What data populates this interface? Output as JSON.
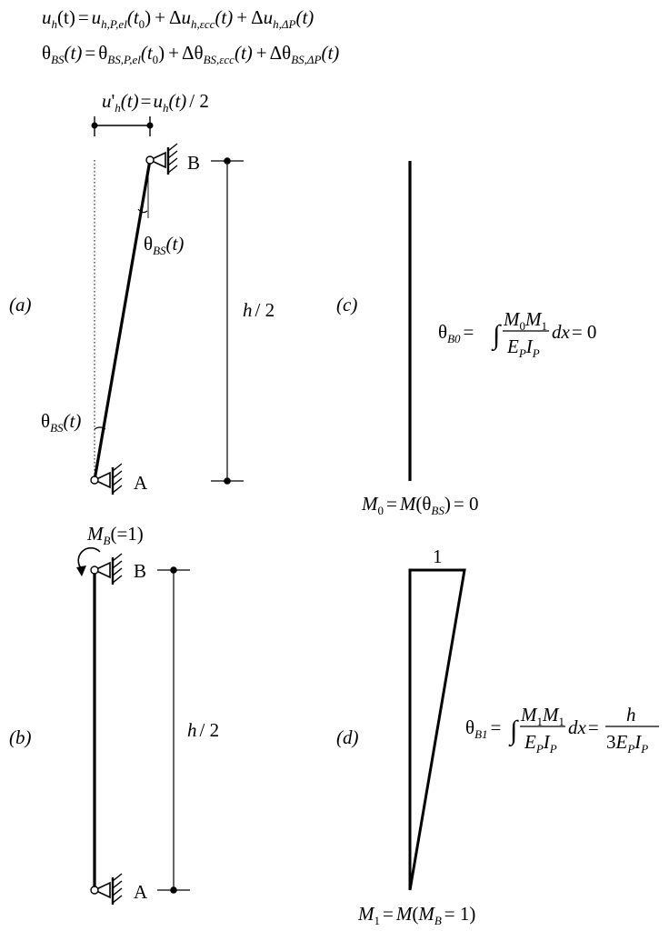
{
  "equations": {
    "eq1": {
      "lhs_var": "u",
      "lhs_sub": "h",
      "t": "(t)",
      "eq": "=",
      "t1_var": "u",
      "t1_sub": "h,P,el",
      "t1_arg_open": "(t",
      "t1_arg_sub": "0",
      "t1_arg_close": ")",
      "plus1": "+",
      "t2_pre": "Δ",
      "t2_var": "u",
      "t2_sub": "h,εcc",
      "t2_arg": "(t)",
      "plus2": "+",
      "t3_pre": "Δ",
      "t3_var": "u",
      "t3_sub": "h,ΔP",
      "t3_arg": "(t)"
    },
    "eq2": {
      "lhs_var": "θ",
      "lhs_sub": "BS",
      "t": "(t)",
      "eq": "=",
      "t1_var": "θ",
      "t1_sub": "BS,P,el",
      "t1_arg_open": "(t",
      "t1_arg_sub": "0",
      "t1_arg_close": ")",
      "plus1": "+",
      "t2_pre": "Δθ",
      "t2_sub": "BS,εcc",
      "t2_arg": "(t)",
      "plus2": "+",
      "t3_pre": "Δθ",
      "t3_sub": "BS,ΔP",
      "t3_arg": "(t)"
    }
  },
  "panel_a": {
    "label": "(a)",
    "disp": {
      "var": "u",
      "prime": "'",
      "sub": "h",
      "arg": "(t)",
      "eq": "=",
      "rhs_var": "u",
      "rhs_sub": "h",
      "rhs_arg": "(t)",
      "tail": "/ 2"
    },
    "node_top": "B",
    "node_bottom": "A",
    "theta_top": {
      "var": "θ",
      "sub": "BS",
      "arg": "(t)"
    },
    "theta_bottom": {
      "var": "θ",
      "sub": "BS",
      "arg": "(t)"
    },
    "height": {
      "var": "h",
      "tail": "/ 2"
    }
  },
  "panel_b": {
    "label": "(b)",
    "moment": {
      "var": "M",
      "sub": "B",
      "arg": "(=1)"
    },
    "node_top": "B",
    "node_bottom": "A",
    "height": {
      "var": "h",
      "tail": "/ 2"
    }
  },
  "panel_c": {
    "label": "(c)",
    "formula": {
      "lhs": "θ",
      "lhs_sub": "B0",
      "eq": "=",
      "integral": "∫",
      "num_1": "M",
      "num_1_sub": "0",
      "num_2": "M",
      "num_2_sub": "1",
      "den_1": "E",
      "den_1_sub": "P",
      "den_2": "I",
      "den_2_sub": "P",
      "dx": "dx",
      "result": "= 0"
    },
    "caption": {
      "var": "M",
      "sub": "0",
      "eq": "=",
      "fn": "M",
      "open": "(θ",
      "arg_sub": "BS",
      "close": ")",
      "result": "= 0"
    }
  },
  "panel_d": {
    "label": "(d)",
    "top_value": "1",
    "formula": {
      "lhs": "θ",
      "lhs_sub": "B1",
      "eq": "=",
      "integral": "∫",
      "num_1": "M",
      "num_1_sub": "1",
      "num_2": "M",
      "num_2_sub": "1",
      "den_1": "E",
      "den_1_sub": "P",
      "den_2": "I",
      "den_2_sub": "P",
      "dx": "dx",
      "eq2": "=",
      "r_num": "h",
      "r_den_pre": "3",
      "r_den_1": "E",
      "r_den_1_sub": "P",
      "r_den_2": "I",
      "r_den_2_sub": "P"
    },
    "caption": {
      "var": "M",
      "sub": "1",
      "eq": "=",
      "fn": "M",
      "open": "(",
      "arg": "M",
      "arg_sub": "B",
      "arg_tail": "= 1)"
    }
  }
}
